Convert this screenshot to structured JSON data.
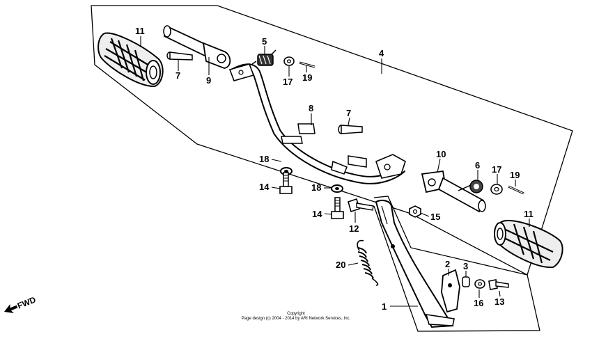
{
  "diagram": {
    "fwd_label": "FWD",
    "callouts": {
      "c1": "1",
      "c2": "2",
      "c3": "3",
      "c4": "4",
      "c5": "5",
      "c6": "6",
      "c7a": "7",
      "c7b": "7",
      "c8": "8",
      "c9": "9",
      "c10": "10",
      "c11a": "11",
      "c11b": "11",
      "c12": "12",
      "c13": "13",
      "c14a": "14",
      "c14b": "14",
      "c15": "15",
      "c16": "16",
      "c17a": "17",
      "c17b": "17",
      "c18a": "18",
      "c18b": "18",
      "c19a": "19",
      "c19b": "19",
      "c20": "20"
    },
    "copyright_line1": "Copyright",
    "copyright_line2": "Page design (c) 2004 - 2014 by ARI Network Services, Inc."
  }
}
